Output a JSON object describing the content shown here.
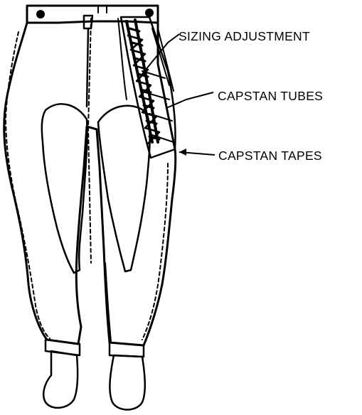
{
  "labels": {
    "sizing_adjustment": "SIZING ADJUSTMENT",
    "capstan_tubes": "CAPSTAN TUBES",
    "capstan_tapes": "CAPSTAN TAPES"
  },
  "colors": {
    "ink": "#000000",
    "paper": "#ffffff"
  }
}
